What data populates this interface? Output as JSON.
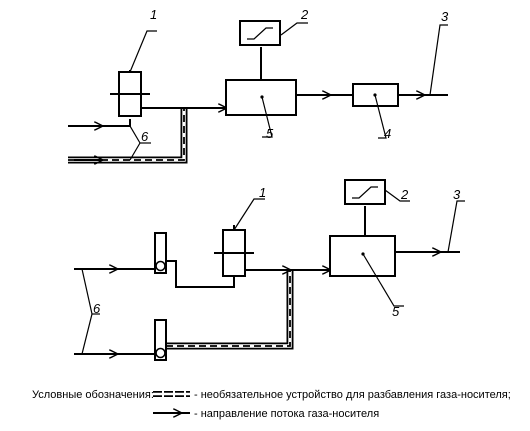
{
  "labels": {
    "meter": "1",
    "recorder": "2",
    "outlet": "3",
    "filter": "4",
    "main_unit": "5",
    "inlet": "6"
  },
  "legend": {
    "heading": "Условные обозначения:",
    "dilution_text": "- необязательное устройство для разбавления газа-носителя;",
    "flow_text": "- направление потока газа-носителя"
  },
  "colors": {
    "line": "#000000",
    "background": "#ffffff"
  }
}
